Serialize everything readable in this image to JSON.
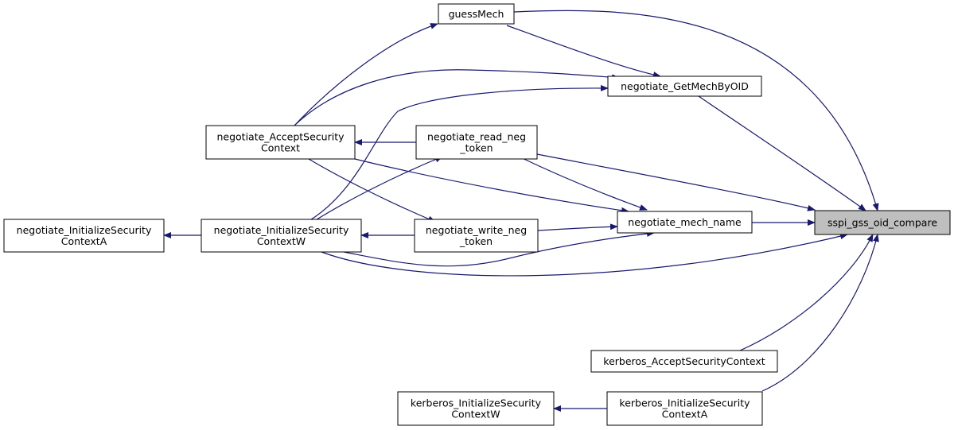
{
  "graph": {
    "colors": {
      "edge": "#191970",
      "node_fill": "#ffffff",
      "focus_fill": "#bfbfbf",
      "border": "#000000"
    },
    "nodes": {
      "focus": {
        "lines": [
          "sspi_gss_oid_compare"
        ]
      },
      "guessmech": {
        "lines": [
          "guessMech"
        ]
      },
      "getmech": {
        "lines": [
          "negotiate_GetMechByOID"
        ]
      },
      "accept": {
        "lines": [
          "negotiate_AcceptSecurity",
          "Context"
        ]
      },
      "readneg": {
        "lines": [
          "negotiate_read_neg",
          "_token"
        ]
      },
      "mechname": {
        "lines": [
          "negotiate_mech_name"
        ]
      },
      "initA": {
        "lines": [
          "negotiate_InitializeSecurity",
          "ContextA"
        ]
      },
      "initW": {
        "lines": [
          "negotiate_InitializeSecurity",
          "ContextW"
        ]
      },
      "writeneg": {
        "lines": [
          "negotiate_write_neg",
          "_token"
        ]
      },
      "kacc": {
        "lines": [
          "kerberos_AcceptSecurityContext"
        ]
      },
      "kinitW": {
        "lines": [
          "kerberos_InitializeSecurity",
          "ContextW"
        ]
      },
      "kinitA": {
        "lines": [
          "kerberos_InitializeSecurity",
          "ContextA"
        ]
      }
    }
  }
}
